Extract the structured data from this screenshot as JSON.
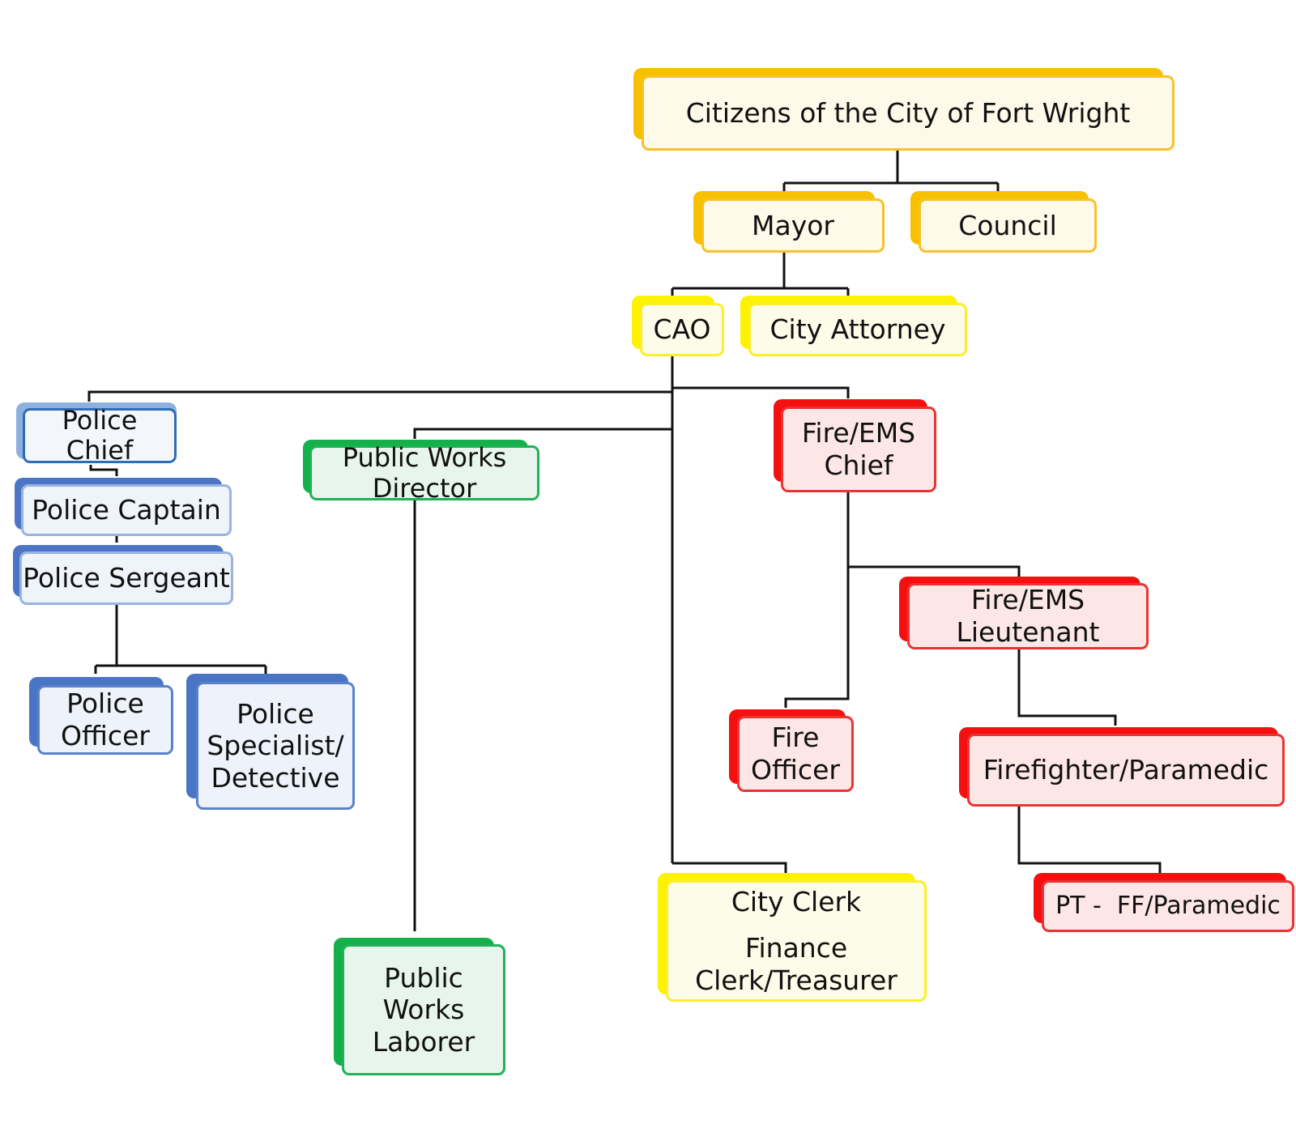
{
  "nodes": {
    "citizens": {
      "label": "Citizens of the City of Fort Wright"
    },
    "mayor": {
      "label": "Mayor"
    },
    "council": {
      "label": "Council"
    },
    "cao": {
      "label": "CAO"
    },
    "city_attorney": {
      "label": "City Attorney"
    },
    "police_chief": {
      "label": "Police\nChief"
    },
    "police_captain": {
      "label": "Police Captain"
    },
    "police_sergeant": {
      "label": "Police Sergeant"
    },
    "police_officer": {
      "label": "Police\nOfficer"
    },
    "police_specialist": {
      "label": "Police\nSpecialist/\nDetective"
    },
    "public_works_director": {
      "label": "Public Works\nDirector"
    },
    "public_works_laborer": {
      "label": "Public\nWorks\nLaborer"
    },
    "fire_chief": {
      "label": "Fire/EMS\nChief"
    },
    "fire_lieutenant": {
      "label": "Fire/EMS\nLieutenant"
    },
    "fire_officer": {
      "label": "Fire\nOfficer"
    },
    "firefighter_paramedic": {
      "label": "Firefighter/Paramedic"
    },
    "pt_ff_paramedic": {
      "label": "PT -  FF/Paramedic"
    },
    "city_clerk": {
      "label": "City Clerk",
      "label2": "Finance\nClerk/Treasurer"
    }
  },
  "colors": {
    "gold": "#f7c100",
    "yellow": "#fdf200",
    "blue": "#4a74c4",
    "green": "#13b04c",
    "red": "#f41010",
    "connector": "#111111"
  }
}
